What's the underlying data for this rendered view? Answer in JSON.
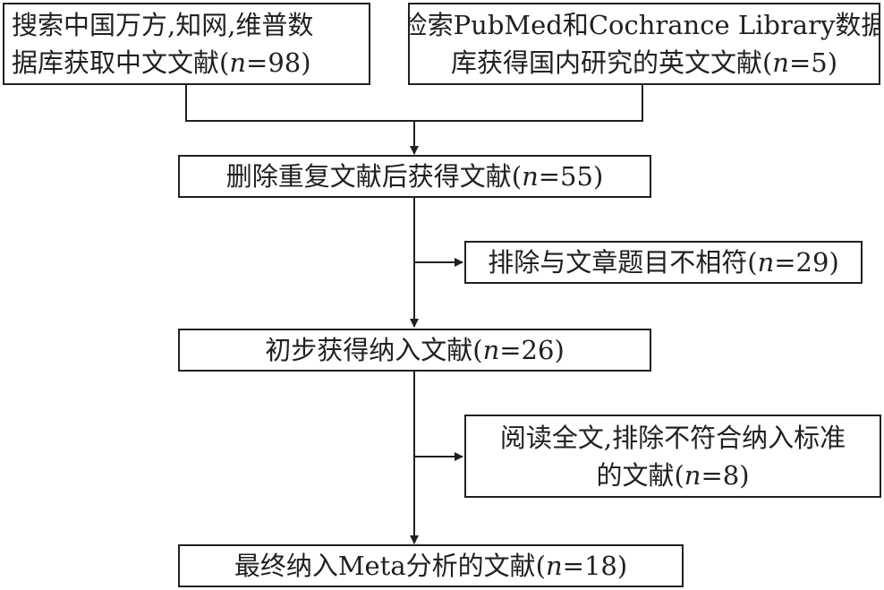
{
  "source_cn": {
    "line1": "搜索中国万方,知网,维普数",
    "line2_prefix": "据库获取中文文献(",
    "n_symbol": "n",
    "line2_value": "=98)"
  },
  "source_en": {
    "line1": "检索PubMed和Cochrance Library数据",
    "line2_prefix": "库获得国内研究的英文文献(",
    "n_symbol": "n",
    "line2_value": "=5)"
  },
  "dedup": {
    "prefix": "删除重复文献后获得文献(",
    "n_symbol": "n",
    "value": "=55)"
  },
  "exclude_title": {
    "prefix": "排除与文章题目不相符(",
    "n_symbol": "n",
    "value": "=29)"
  },
  "initial": {
    "prefix": "初步获得纳入文献(",
    "n_symbol": "n",
    "value": "=26)"
  },
  "exclude_fulltext": {
    "line1": "阅读全文,排除不符合纳入标准",
    "line2_prefix": "的文献(",
    "n_symbol": "n",
    "line2_value": "=8)"
  },
  "final": {
    "prefix": "最终纳入Meta分析的文献(",
    "n_symbol": "n",
    "value": "=18)"
  },
  "colors": {
    "stroke": "#231f20",
    "background": "#ffffff"
  }
}
